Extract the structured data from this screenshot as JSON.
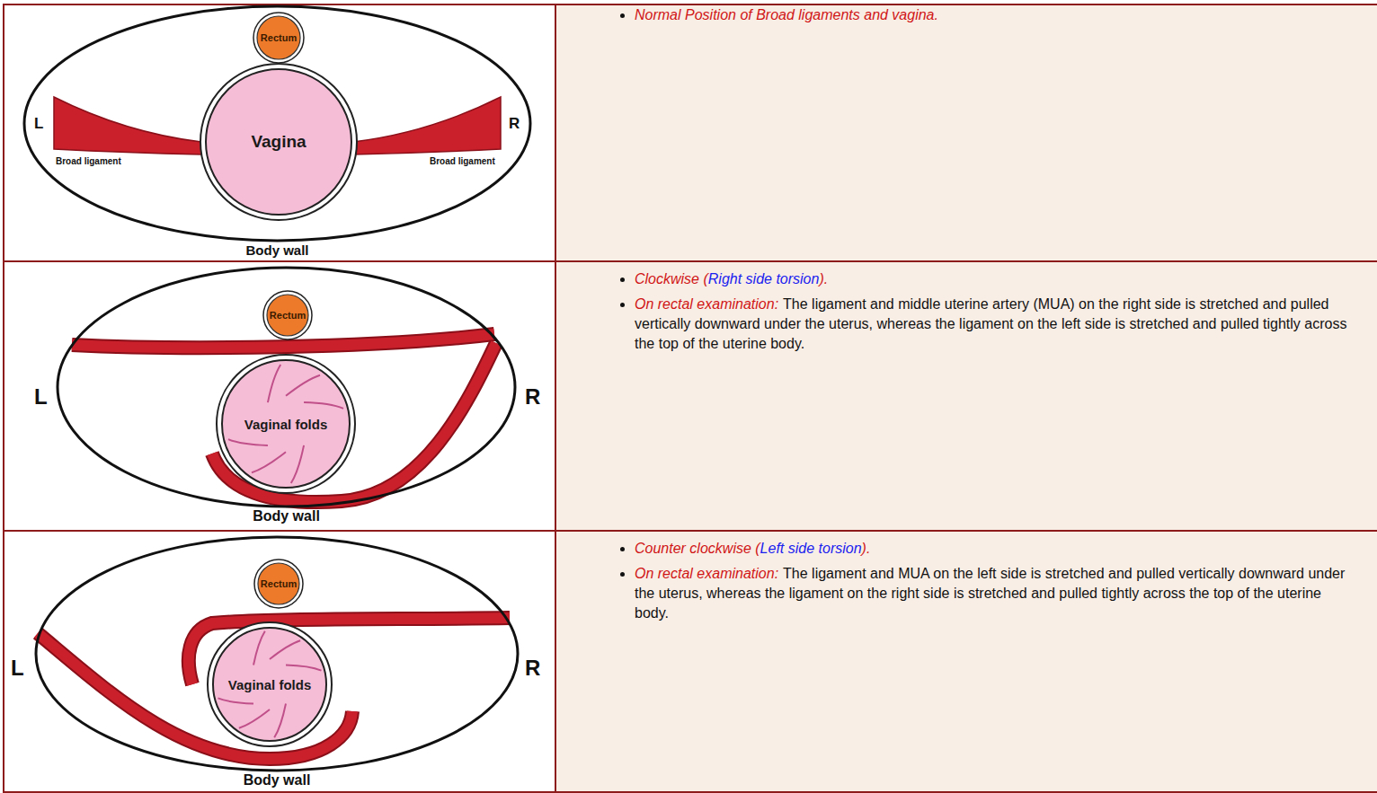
{
  "diagram": {
    "nodes": [
      {
        "text": [
          "Body wall"
        ]
      },
      {
        "text": [
          "Rectum"
        ],
        "in": 0
      },
      {
        "text": [
          "Vagina"
        ],
        "in": 0
      },
      {
        "text": [
          "Body wall"
        ]
      },
      {
        "text": [
          "Rectum"
        ],
        "in": 3
      },
      {
        "text": [
          "Vaginal folds"
        ],
        "in": 3
      },
      {
        "text": [
          "Body wall"
        ]
      },
      {
        "text": [
          "Rectum"
        ],
        "in": 6
      },
      {
        "text": [
          "Vaginal folds"
        ],
        "in": 6
      }
    ],
    "labels": [
      "L",
      "Broad ligament",
      "R",
      "Broad ligament",
      "Normal Position of Broad ligaments and vagina.",
      "L",
      "R",
      "Clockwise (",
      "Right side torsion",
      ").",
      "On rectal examination:",
      "The ligament and middle uterine artery (MUA) on the right side is stretched and pulled vertically downward under the uterus, whereas the ligament on the left side is stretched and pulled tightly across the top of the uterine body.",
      "L",
      "R",
      "Counter clockwise (",
      "Left side torsion",
      ").",
      "On rectal examination:",
      "The ligament and MUA on the left side is stretched and pulled vertically downward under the uterus, whereas the ligament on the right side is stretched and pulled tightly across the top of the uterine body."
    ]
  }
}
